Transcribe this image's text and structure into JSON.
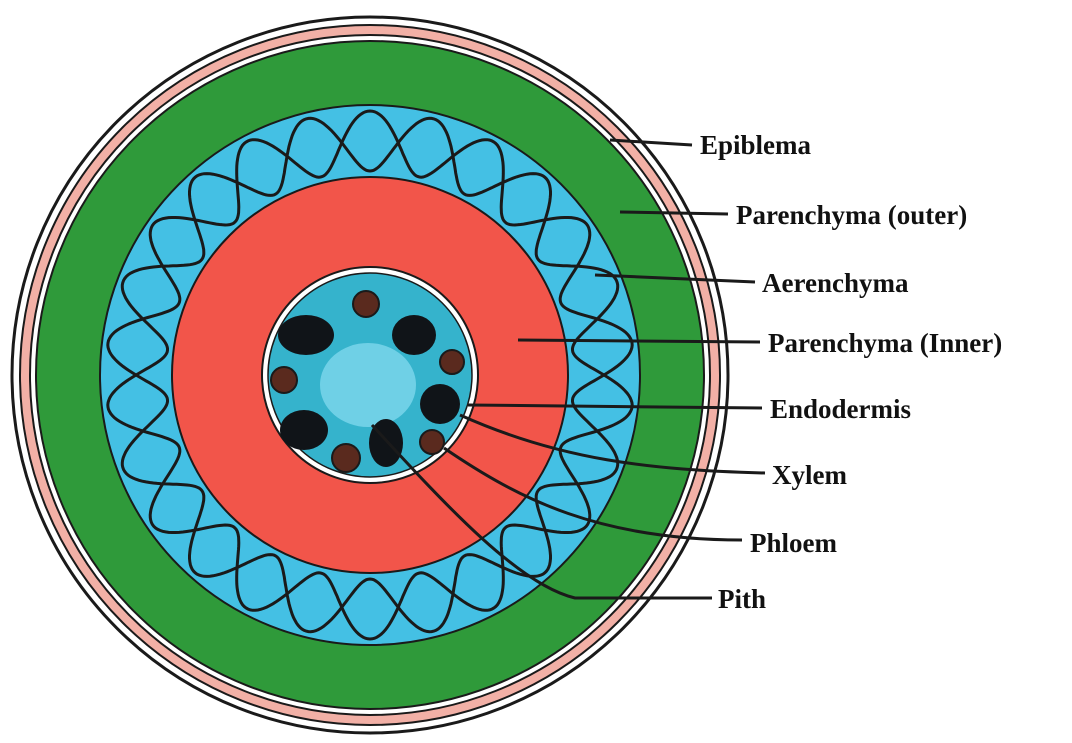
{
  "labels": {
    "epiblema": "Epiblema",
    "parenchyma_outer": "Parenchyma (outer)",
    "aerenchyma": "Aerenchyma",
    "parenchyma_inner": "Parenchyma (Inner)",
    "endodermis": "Endodermis",
    "xylem": "Xylem",
    "phloem": "Phloem",
    "pith": "Pith"
  },
  "colors": {
    "epiblema": "#f2b0a6",
    "parenchyma_outer": "#2f9a3a",
    "aerenchyma": "#44c0e4",
    "parenchyma_inner": "#f2554a",
    "stele": "#35b3cc",
    "pith_center": "#6fd0e6",
    "xylem": "#101418",
    "phloem": "#5a2a1e",
    "outline": "#1a1a1a"
  }
}
